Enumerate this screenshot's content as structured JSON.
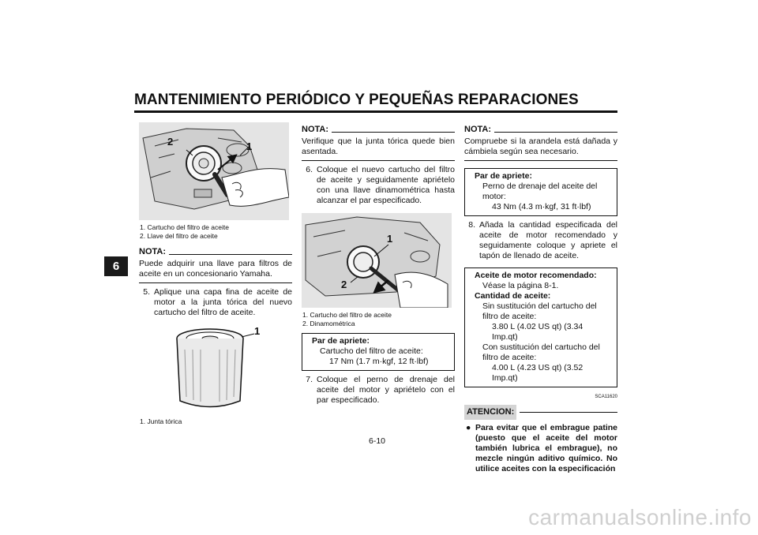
{
  "header": {
    "title": "MANTENIMIENTO PERIÓDICO Y PEQUEÑAS REPARACIONES",
    "section_tab": "6",
    "page_number": "6-10"
  },
  "col1": {
    "figure1": {
      "label_1": "1",
      "label_2": "2"
    },
    "caption1": [
      "1.  Cartucho del filtro de aceite",
      "2.  Llave del filtro de aceite"
    ],
    "note": {
      "label": "NOTA:",
      "text": "Puede adquirir una llave para filtros de aceite en un concesionario Yamaha."
    },
    "step5": {
      "num": "5.",
      "text": "Aplique una capa fina de aceite de motor a la junta tórica del nuevo cartucho del filtro de aceite."
    },
    "figure2": {
      "label_1": "1"
    },
    "caption2": [
      "1.  Junta tórica"
    ]
  },
  "col2": {
    "note": {
      "label": "NOTA:",
      "text": "Verifique que la junta tórica quede bien asentada."
    },
    "step6": {
      "num": "6.",
      "text": "Coloque el nuevo cartucho del filtro de aceite y seguidamente apriételo con una llave dinamométrica hasta alcanzar el par especificado."
    },
    "figure3": {
      "label_1": "1",
      "label_2": "2"
    },
    "caption3": [
      "1.  Cartucho del filtro de aceite",
      "2.  Dinamométrica"
    ],
    "torque_box": {
      "heading": "Par de apriete:",
      "item": "Cartucho del filtro de aceite:",
      "value": "17 Nm (1.7 m·kgf, 12 ft·lbf)"
    },
    "step7": {
      "num": "7.",
      "text": "Coloque el perno de drenaje del aceite del motor y apriételo con el par especificado."
    }
  },
  "col3": {
    "note": {
      "label": "NOTA:",
      "text": "Compruebe si la arandela está dañada y cámbiela según sea necesario."
    },
    "torque_box": {
      "heading": "Par de apriete:",
      "item": "Perno de drenaje del aceite del motor:",
      "value": "43 Nm (4.3 m·kgf, 31 ft·lbf)"
    },
    "step8": {
      "num": "8.",
      "text": "Añada la cantidad especificada del aceite de motor recomendado y seguidamente coloque y apriete el tapón de llenado de aceite."
    },
    "oil_box": {
      "heading1": "Aceite de motor recomendado:",
      "ref": "Véase la página 8-1.",
      "heading2": "Cantidad de aceite:",
      "without_label": "Sin sustitución del cartucho del filtro de aceite:",
      "without_value": "3.80 L (4.02 US qt) (3.34 Imp.qt)",
      "with_label": "Con sustitución del cartucho del filtro de aceite:",
      "with_value": "4.00 L (4.23 US qt) (3.52 Imp.qt)"
    },
    "code": "SCA11620",
    "caution": {
      "label": "ATENCION:",
      "bullet": "Para evitar que el embrague patine (puesto que el aceite del motor también lubrica el embrague), no mezcle ningún aditivo químico. No utilice aceites con la especificación"
    }
  },
  "watermark": "carmanualsonline.info"
}
